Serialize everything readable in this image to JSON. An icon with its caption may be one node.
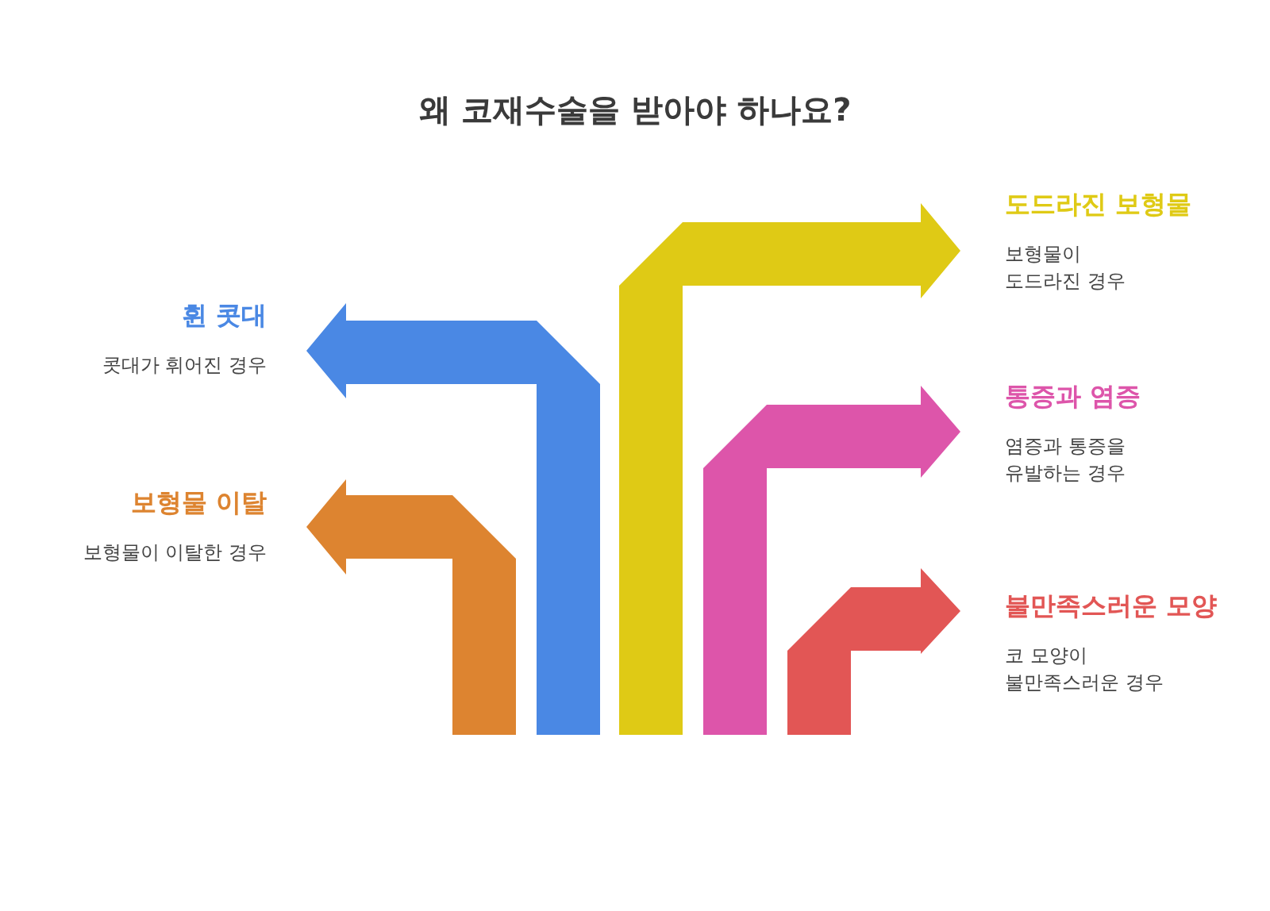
{
  "diagram": {
    "title": "왜 코재수술을 받아야 하나요?",
    "nodes": [
      {
        "text": [
          "보형물 이탈",
          "보형물이 이탈한 경우"
        ]
      },
      {
        "text": [
          "휜 콧대",
          "콧대가 휘어진 경우"
        ]
      },
      {
        "text": [
          "도드라진 보형물",
          "보형물이 도드라진 경우"
        ]
      },
      {
        "text": [
          "통증과 염증",
          "염증과 통증을 유발하는 경우"
        ]
      },
      {
        "text": [
          "불만족스러운 모양",
          "코 모양이 불만족스러운 경우"
        ]
      }
    ],
    "edges": [
      {
        "from": null,
        "to": 0,
        "arrow": "to",
        "color": "#dd8430"
      },
      {
        "from": null,
        "to": 1,
        "arrow": "to",
        "color": "#4a88e4"
      },
      {
        "from": null,
        "to": 2,
        "arrow": "to",
        "color": "#dfca15"
      },
      {
        "from": null,
        "to": 3,
        "arrow": "to",
        "color": "#dd55aa"
      },
      {
        "from": null,
        "to": 4,
        "arrow": "to",
        "color": "#e25655"
      }
    ]
  }
}
